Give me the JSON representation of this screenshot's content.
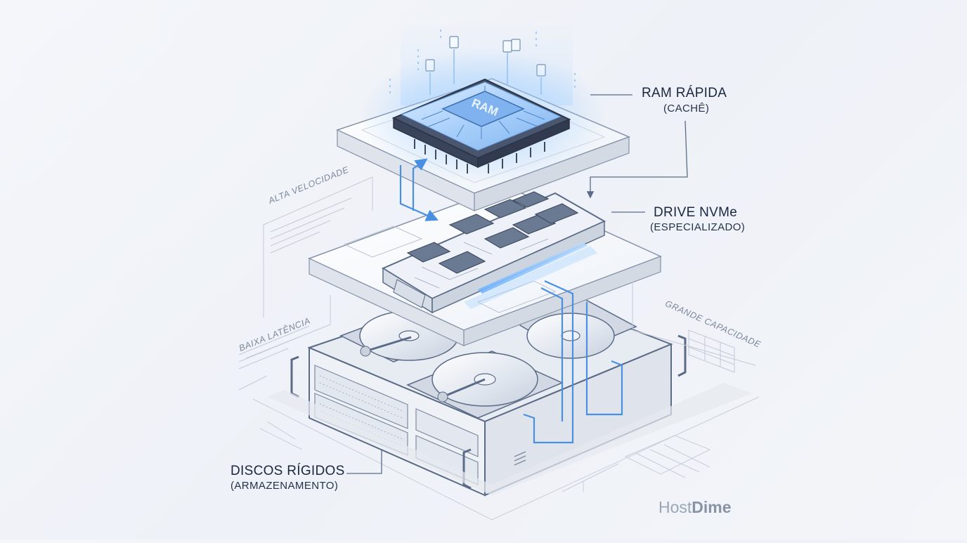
{
  "labels": {
    "ram": {
      "title": "RAM RÁPIDA",
      "subtitle": "(CACHÊ)"
    },
    "nvme": {
      "title": "DRIVE NVMe",
      "subtitle": "(ESPECIALIZADO)"
    },
    "hdd": {
      "title": "DISCOS RÍGIDOS",
      "subtitle": "(ARMAZENAMENTO)"
    }
  },
  "chip_label": "RAM",
  "side_notes": {
    "high_speed": "ALTA VELOCIDADE",
    "low_latency": "BAIXA LATÊNCIA",
    "large_capacity": "GRANDE CAPACIDADE"
  },
  "brand": {
    "part1": "Host",
    "part2": "Dime"
  },
  "colors": {
    "accent": "#4a90e2",
    "glow": "#8ec5ff",
    "outline": "#5b6b86",
    "text": "#1b2740"
  }
}
